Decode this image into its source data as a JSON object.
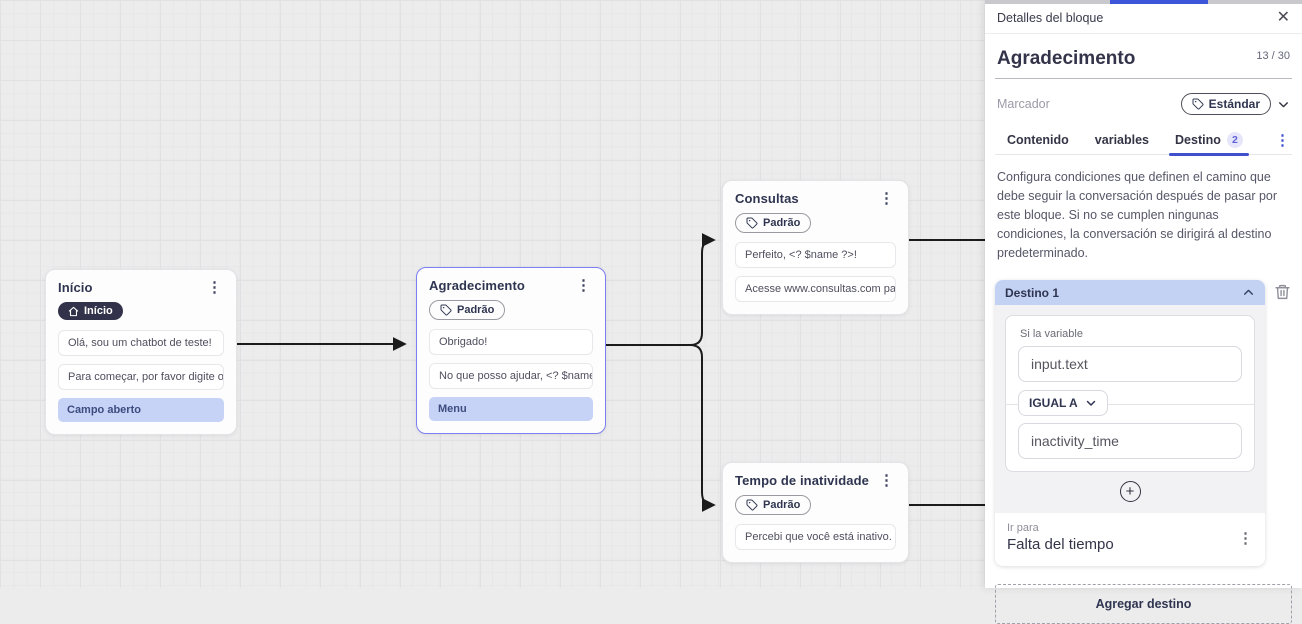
{
  "icons": {
    "close": "✕",
    "kebab": "⋮",
    "plus": "+",
    "home": "home-icon",
    "tag": "tag-icon",
    "trash": "trash-icon",
    "chevron_down": "chevron-down-icon",
    "chevron_up": "chevron-up-icon"
  },
  "colors": {
    "accent_purple": "#7c7ff2",
    "tab_active": "#4050cc",
    "dest_header": "#c3d1f3",
    "option_highlight": "#c7d3f6",
    "dark_badge": "#32324a",
    "edge": "#1b1b1b",
    "top_strip_blue": "#3c55d9"
  },
  "canvas": {
    "nodes": [
      {
        "title": "Início",
        "badge_label": "Início",
        "badge_style": "dark",
        "messages": [
          "Olá, sou um chatbot de teste!",
          "Para começar, por favor digite o ..."
        ],
        "options": [
          "Campo aberto"
        ]
      },
      {
        "title": "Agradecimento",
        "badge_label": "Padrão",
        "badge_style": "outline",
        "messages": [
          "Obrigado!",
          "No que posso ajudar, <? $name ..."
        ],
        "options": [
          "Menu"
        ],
        "selected": true
      },
      {
        "title": "Consultas",
        "badge_label": "Padrão",
        "badge_style": "outline",
        "messages": [
          "Perfeito, <? $name ?>!",
          "Acesse www.consultas.com par..."
        ],
        "options": []
      },
      {
        "title": "Tempo de inatividade",
        "badge_label": "Padrão",
        "badge_style": "outline",
        "messages": [
          "Percebi que você está inativo. C..."
        ],
        "options": []
      }
    ],
    "edges": [
      {
        "from": "Início",
        "to": "Agradecimento"
      },
      {
        "from": "Agradecimento",
        "to": "Consultas"
      },
      {
        "from": "Agradecimento",
        "to": "Tempo de inatividade"
      },
      {
        "from": "Consultas",
        "to": "offscreen-right"
      },
      {
        "from": "Tempo de inatividade",
        "to": "offscreen-right"
      }
    ]
  },
  "panel": {
    "header": {
      "title": "Detalles del bloque"
    },
    "block": {
      "name": "Agradecimento",
      "counter": "13 / 30"
    },
    "marker": {
      "label": "Marcador",
      "badge": "Estándar"
    },
    "tabs": [
      {
        "label": "Contenido"
      },
      {
        "label": "variables"
      },
      {
        "label": "Destino",
        "badge": "2",
        "active": true
      }
    ],
    "description": "Configura condiciones que definen el camino que debe seguir la conversación después de pasar por este bloque. Si no se cumplen ningunas condiciones, la conversación se dirigirá al destino predeterminado.",
    "destination": {
      "title": "Destino 1",
      "condition_label": "Si la variable",
      "variable_value": "input.text",
      "operator": "IGUAL A",
      "compare_value": "inactivity_time",
      "goto_label": "Ir para",
      "goto_value": "Falta del tiempo"
    },
    "add_destination_label": "Agregar destino"
  }
}
